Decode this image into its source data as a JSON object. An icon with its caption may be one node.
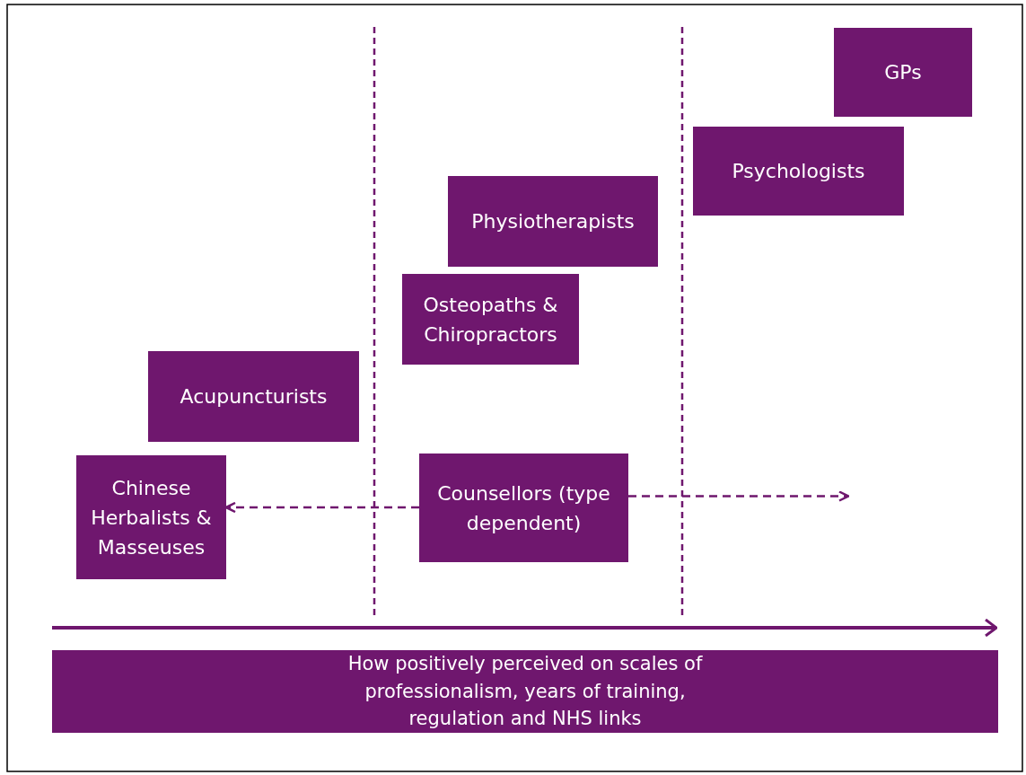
{
  "diagram": {
    "nodes": [
      {
        "text": [
          "GPs"
        ]
      },
      {
        "text": [
          "Psychologists"
        ]
      },
      {
        "text": [
          "Physiotherapists"
        ]
      },
      {
        "text": [
          "Osteopaths & Chiropractors"
        ]
      },
      {
        "text": [
          "Acupuncturists"
        ]
      },
      {
        "text": [
          "Chinese Herbalists & Masseuses"
        ]
      },
      {
        "text": [
          "Counsellors (type dependent)"
        ]
      },
      {
        "text": [
          "How positively perceived on scales of professionalism,  years of training, regulation and NHS links"
        ]
      }
    ],
    "edges": [
      {
        "from": 6,
        "to": 5,
        "arrow": "to",
        "style": "dashed"
      },
      {
        "from": 6,
        "to": null,
        "arrow": "to",
        "style": "dashed"
      }
    ]
  }
}
